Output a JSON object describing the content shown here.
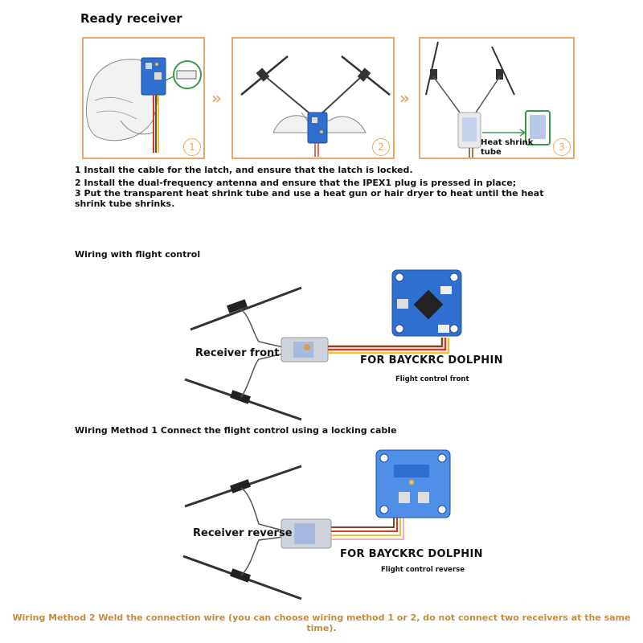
{
  "header": {
    "title": "Ready receiver"
  },
  "panels": {
    "panel1": {
      "step": "1"
    },
    "panel2": {
      "step": "2"
    },
    "panel3": {
      "step": "3",
      "label": "Heat shrink tube"
    }
  },
  "chevron": "»",
  "steps": [
    "1 Install the cable for the latch, and ensure that the latch is locked.",
    "2 Install the dual-frequency antenna and ensure that the IPEX1 plug is pressed in place;",
    "3 Put the transparent heat shrink tube and use a heat gun or hair dryer to heat until the heat shrink tube shrinks."
  ],
  "wiring": {
    "section_title": "Wiring with flight control",
    "front": {
      "receiver_label": "Receiver front",
      "brand_label": "FOR BAYCKRC DOLPHIN",
      "fc_caption": "Flight control front"
    },
    "method1": "Wiring Method 1 Connect the flight control using a locking cable",
    "reverse": {
      "receiver_label": "Receiver reverse",
      "brand_label": "FOR BAYCKRC DOLPHIN",
      "fc_caption": "Flight control reverse"
    },
    "method2": "Wiring Method 2 Weld the connection wire (you can choose wiring method 1 or 2, do not connect two receivers at the same time)."
  },
  "colors": {
    "accent": "#e8a86a",
    "footer_text": "#c98a3c",
    "board_blue": "#2f6fd0",
    "board_blue_light": "#4f8fe8",
    "receiver_body": "#cfd3de",
    "wire_brown": "#7a4a20",
    "wire_red": "#d43a2a",
    "wire_yellow": "#e8c23a"
  }
}
